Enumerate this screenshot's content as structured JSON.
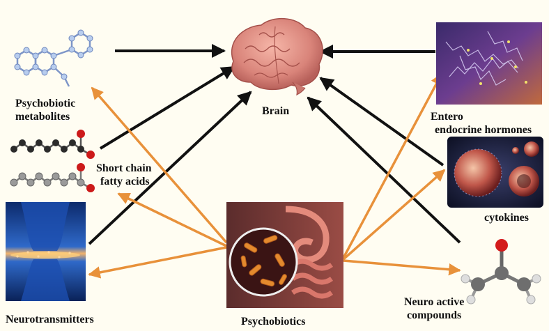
{
  "diagram": {
    "center": "Brain",
    "source": "Psychobiotics",
    "nodes": {
      "psychobiotic_metabolites": [
        "Psychobiotic",
        "metabolites"
      ],
      "short_chain_fatty_acids": [
        "Short chain",
        "fatty acids"
      ],
      "neurotransmitters": "Neurotransmitters",
      "entero_endocrine_hormones": [
        "Entero",
        "endocrine hormones"
      ],
      "cytokines": "cytokines",
      "neuro_active_compounds": [
        "Neuro active",
        "compounds"
      ]
    }
  },
  "colors": {
    "background": "#fffdf2",
    "arrow_to_brain": "#111111",
    "arrow_from_psychobiotics": "#e8913a"
  },
  "icons": {
    "brain": "brain-icon",
    "psychobiotics": "gut-bacteria-icon",
    "metabolites": "molecule-icon",
    "fatty_acids": "fatty-acid-chain-icon",
    "neurotransmitters": "synapse-icon",
    "hormones": "protein-structure-icon",
    "cytokines": "cytokine-cells-icon",
    "neuro_compounds": "acetone-molecule-icon"
  }
}
